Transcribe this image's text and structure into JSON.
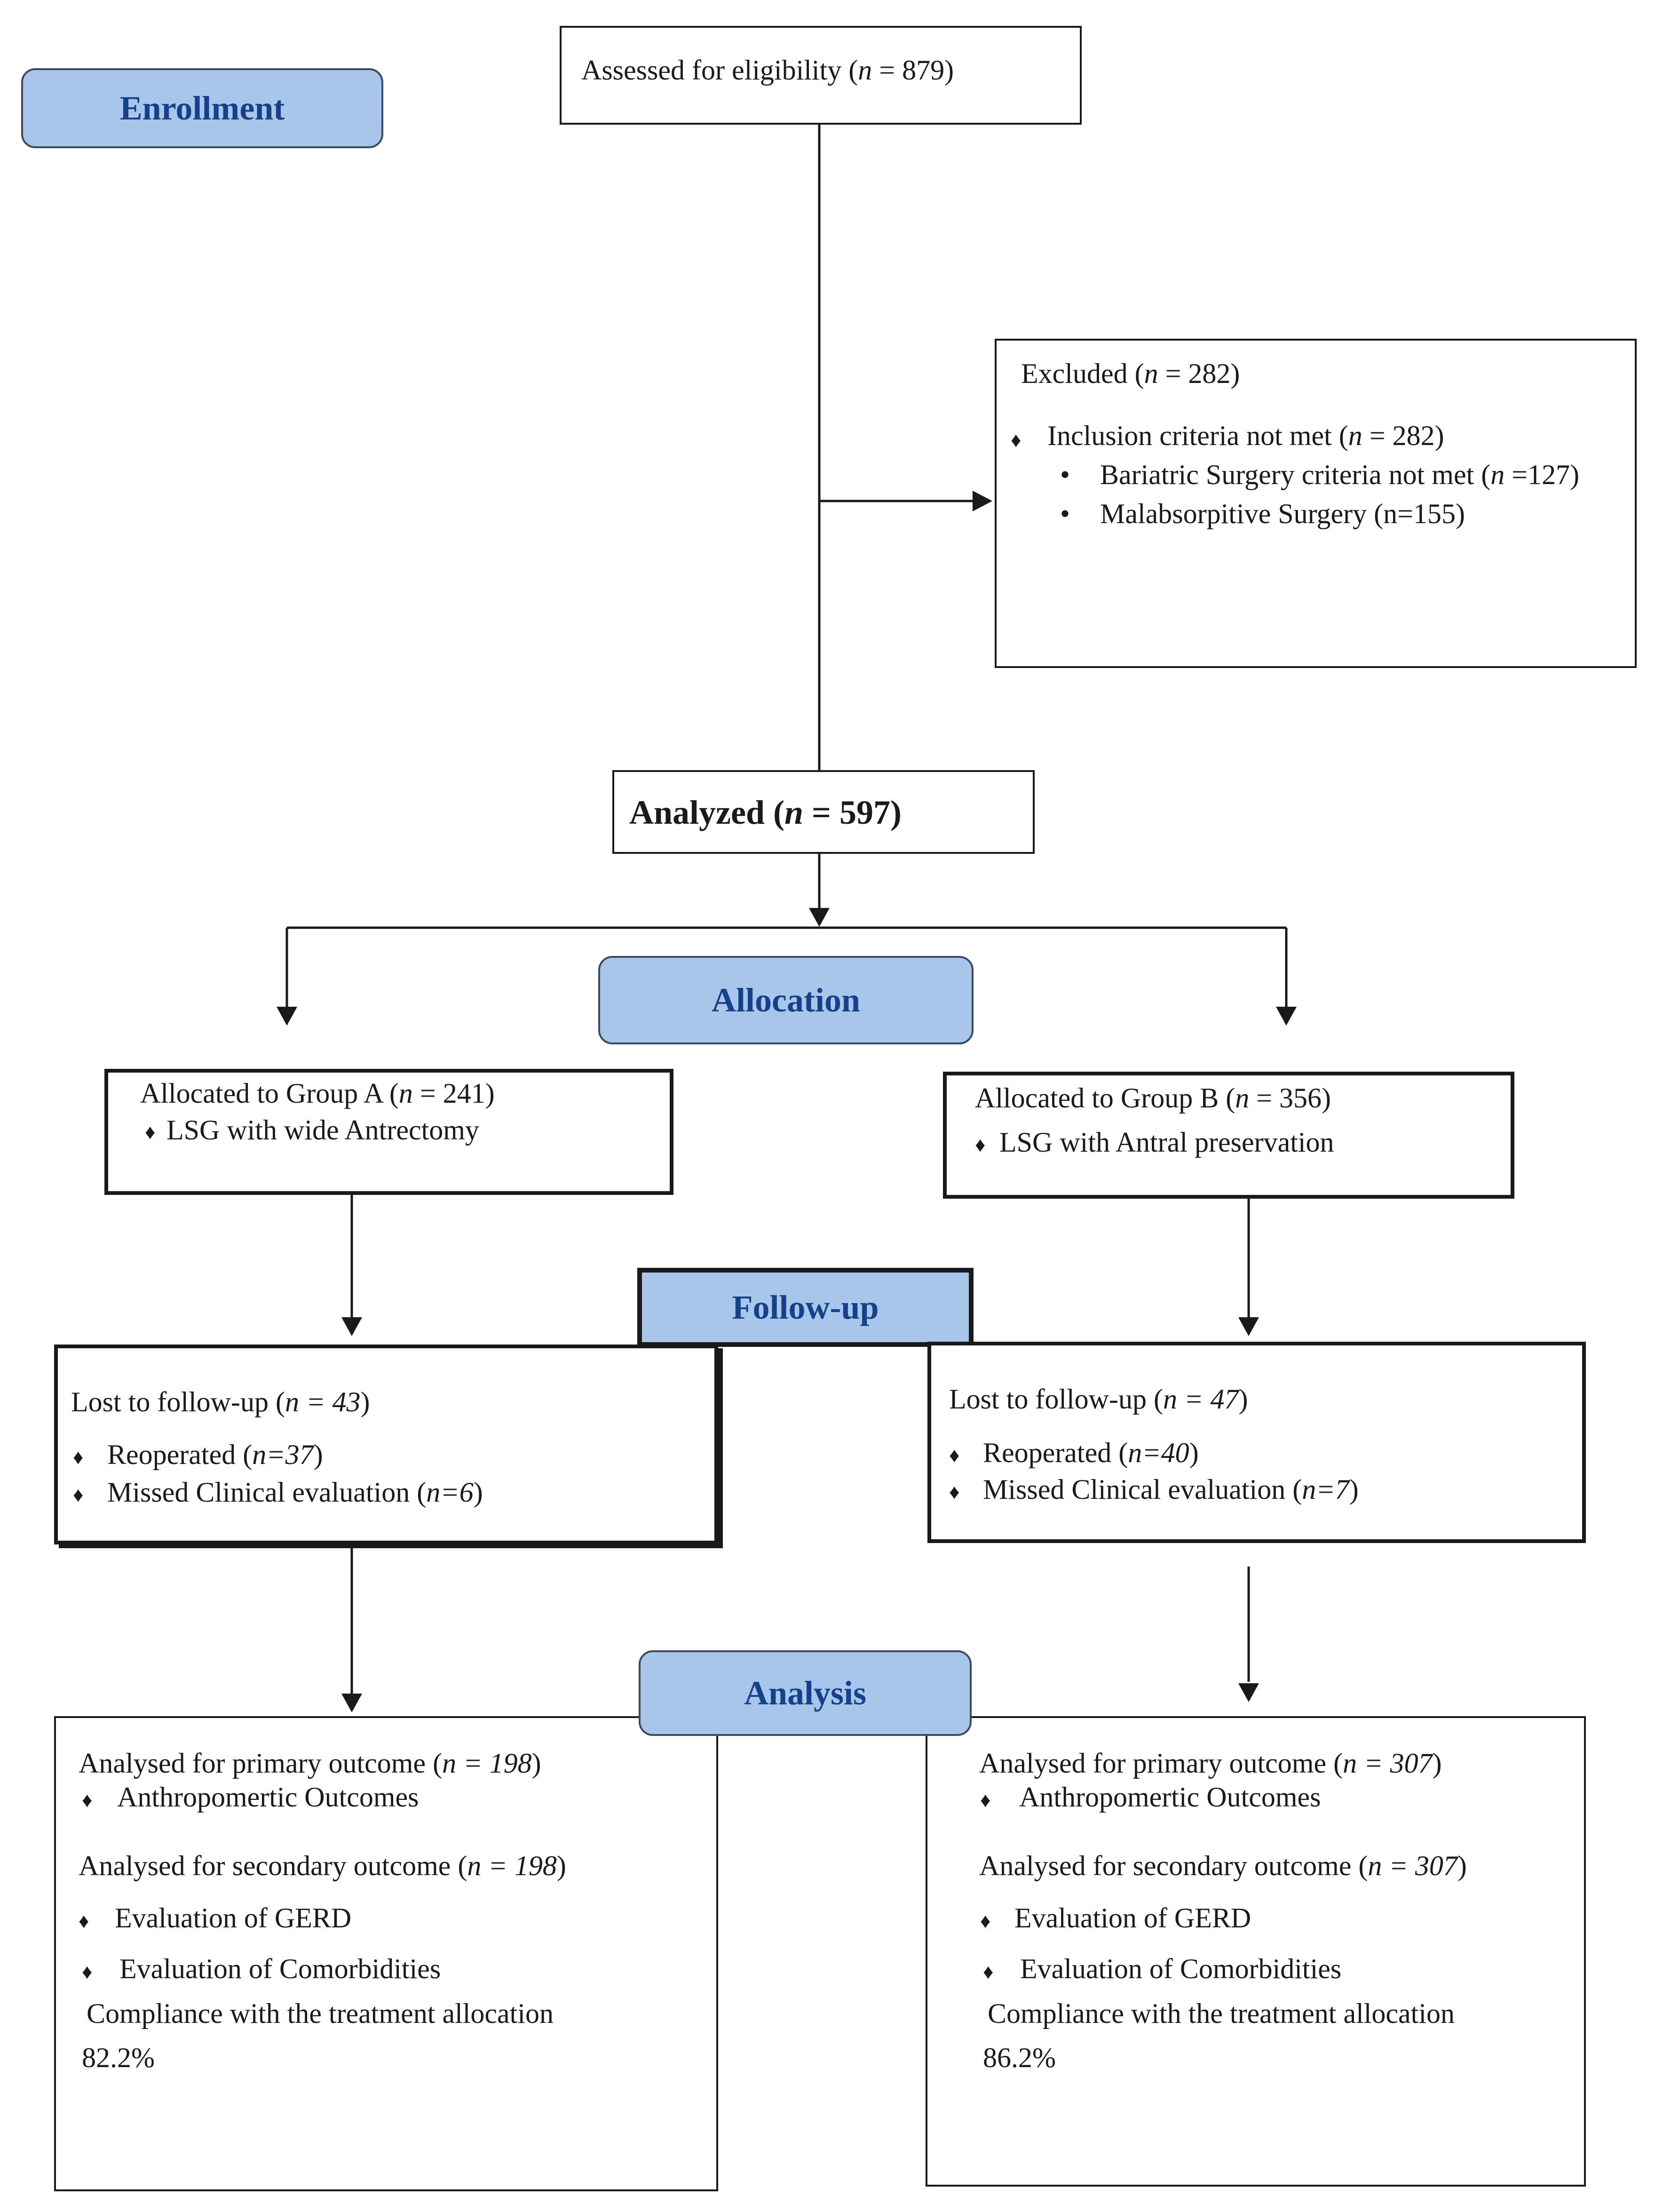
{
  "stages": {
    "enrollment": "Enrollment",
    "allocation": "Allocation",
    "follow_up": "Follow-up",
    "analysis": "Analysis"
  },
  "assessed": {
    "label": "Assessed for eligibility (",
    "n": "n",
    "value": " = 879)"
  },
  "excluded": {
    "title_pre": "Excluded (",
    "title_n": "n",
    "title_post": " = 282)",
    "inclusion_pre": "Inclusion criteria not met (",
    "inclusion_n": "n",
    "inclusion_post": " = 282)",
    "bariatric_pre": "Bariatric Surgery criteria not met (",
    "bariatric_n": "n",
    "bariatric_post": " =127)",
    "malabsorptive": "Malabsorpitive Surgery (n=155)"
  },
  "analyzed": {
    "pre": "Analyzed (",
    "n": "n",
    "post": " = 597)"
  },
  "group_a": {
    "title_pre": "Allocated to Group A (",
    "title_n": "n",
    "title_post": " = 241)",
    "item": "LSG with wide Antrectomy"
  },
  "group_b": {
    "title_pre": "Allocated to Group B (",
    "title_n": "n",
    "title_post": " = 356)",
    "item": "LSG with Antral preservation"
  },
  "lost_a": {
    "title_pre": "Lost to follow-up (",
    "title_n": "n = 43",
    "title_post": ")",
    "reop_pre": "Reoperated (",
    "reop_n": "n=37",
    "reop_post": ")",
    "missed_pre": "Missed Clinical evaluation (",
    "missed_n": "n=6",
    "missed_post": ")"
  },
  "lost_b": {
    "title_pre": "Lost to follow-up (",
    "title_n": "n = 47",
    "title_post": ")",
    "reop_pre": "Reoperated (",
    "reop_n": "n=40",
    "reop_post": ")",
    "missed_pre": "Missed Clinical evaluation (",
    "missed_n": "n=7",
    "missed_post": ")"
  },
  "analysis_a": {
    "primary_pre": "Analysed for primary outcome (",
    "primary_n": "n = 198",
    "primary_post": ")",
    "anthro": "Anthropomertic Outcomes",
    "secondary_pre": "Analysed for secondary outcome (",
    "secondary_n": "n = 198",
    "secondary_post": ")",
    "gerd": "Evaluation of GERD",
    "comorb": "Evaluation of Comorbidities",
    "compliance": "Compliance with the treatment allocation",
    "compliance_value": "82.2%"
  },
  "analysis_b": {
    "primary_pre": "Analysed for primary outcome (",
    "primary_n": "n = 307",
    "primary_post": ")",
    "anthro": "Anthropomertic Outcomes",
    "secondary_pre": "Analysed for secondary outcome (",
    "secondary_n": "n = 307",
    "secondary_post": ")",
    "gerd": "Evaluation of GERD",
    "comorb": "Evaluation of Comorbidities",
    "compliance": "Compliance with the treatment allocation",
    "compliance_value": "86.2%"
  },
  "colors": {
    "stage_fill": "#a8c6ea",
    "stage_text": "#14418a",
    "line": "#1a1a1a"
  },
  "icons": {
    "diamond_bullet": "♦",
    "round_bullet": "•"
  }
}
